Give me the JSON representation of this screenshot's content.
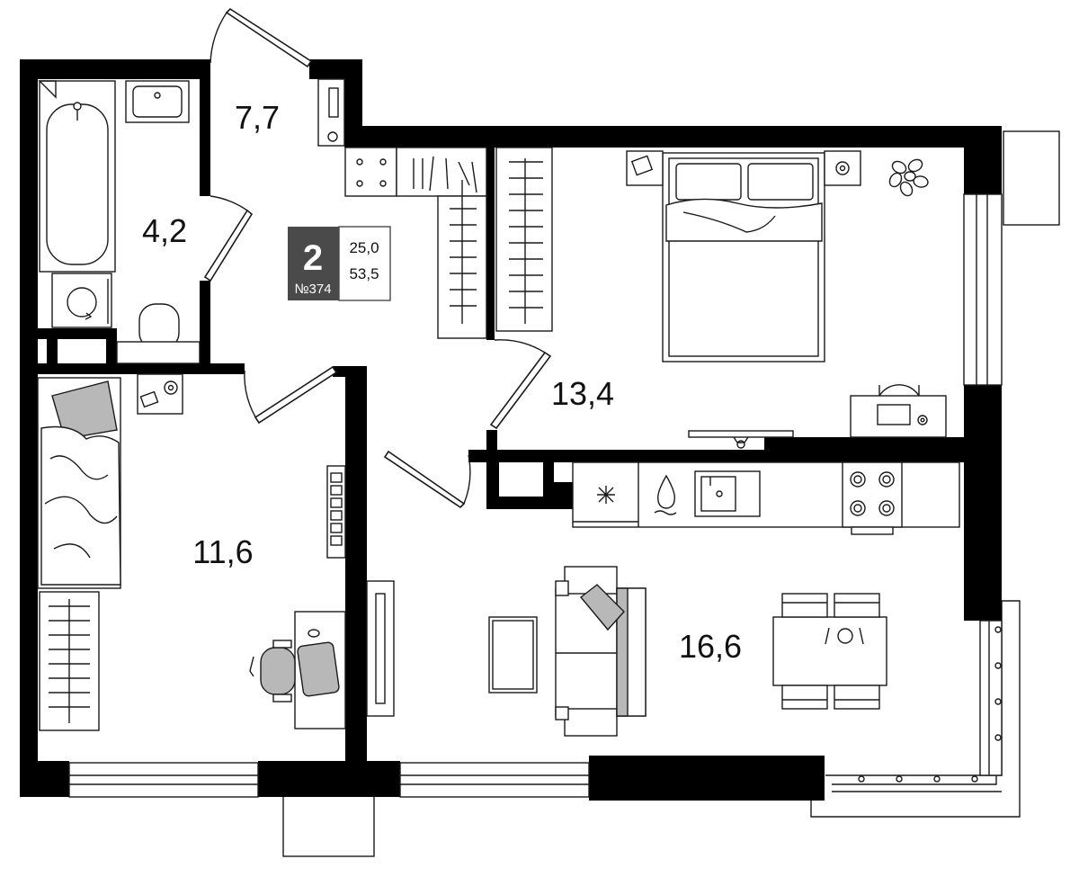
{
  "apartment": {
    "rooms": "2",
    "number": "№374",
    "living_area": "25,0",
    "total_area": "53,5"
  },
  "room_areas": {
    "hall": "7,7",
    "bathroom": "4,2",
    "bedroom": "13,4",
    "kids_room": "11,6",
    "living_kitchen": "16,6"
  },
  "colors": {
    "wall": "#000000",
    "badge": "#4a4a4a",
    "accent_fill": "#b8b8b8"
  }
}
